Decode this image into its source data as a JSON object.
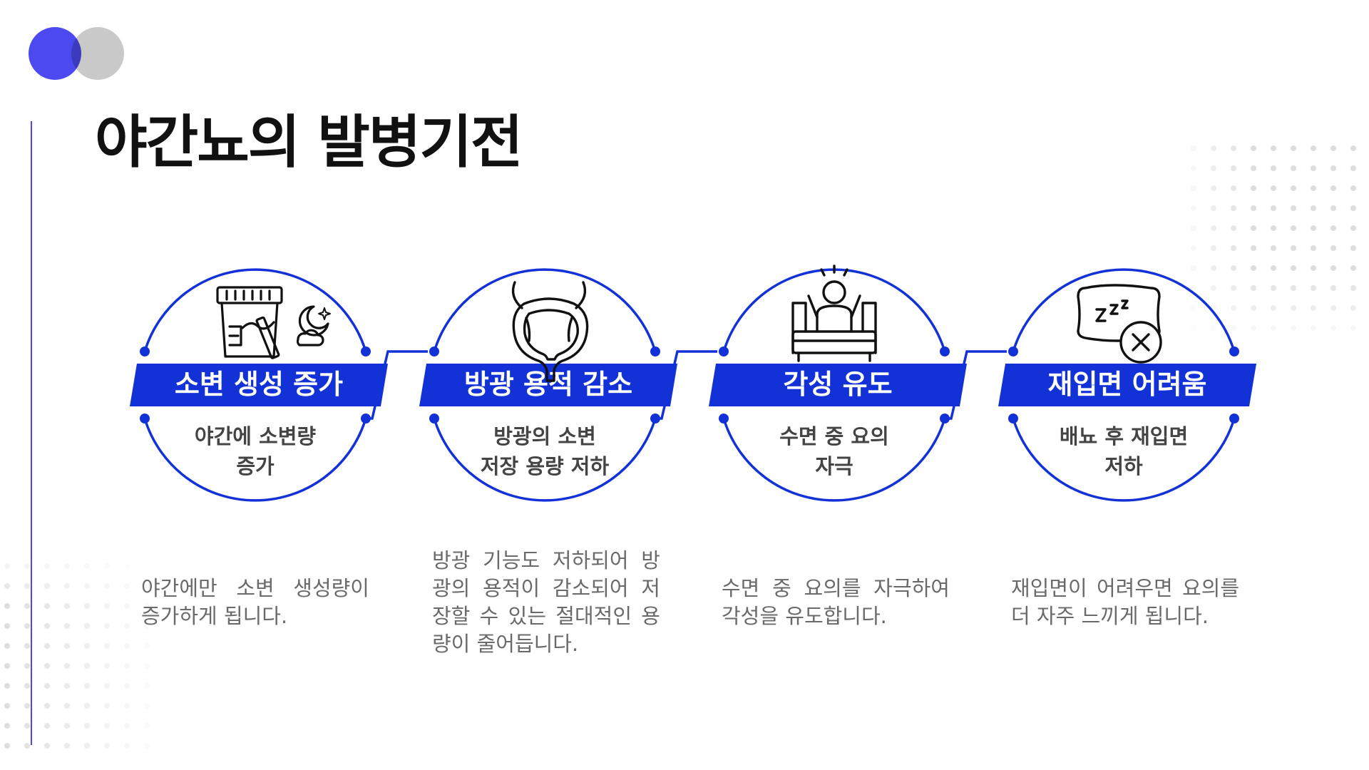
{
  "title": "야간뇨의 발병기전",
  "colors": {
    "accent": "#1232d8",
    "logo_blue": "#4c49f0",
    "logo_gray": "#c9c9c9",
    "dot": "#dedede"
  },
  "steps": [
    {
      "label": "소변 생성 증가",
      "sub": [
        "야간에 소변량",
        "증가"
      ],
      "icon": "urine-cup-night-icon",
      "description": "야간에만 소변 생성량이 증가하게 됩니다."
    },
    {
      "label": "방광 용적 감소",
      "sub": [
        "방광의 소변",
        "저장 용량 저하"
      ],
      "icon": "bladder-icon",
      "description": "방광 기능도 저하되어 방광의 용적이 감소되어 저장할 수 있는 절대적인 용량이 줄어듭니다."
    },
    {
      "label": "각성 유도",
      "sub": [
        "수면 중 요의",
        "자극"
      ],
      "icon": "awake-in-bed-icon",
      "description": "수면 중 요의를 자극하여 각성을 유도합니다."
    },
    {
      "label": "재입면 어려움",
      "sub": [
        "배뇨 후 재입면",
        "저하"
      ],
      "icon": "pillow-no-sleep-icon",
      "description": "재입면이 어려우면 요의를 더 자주 느끼게 됩니다."
    }
  ]
}
